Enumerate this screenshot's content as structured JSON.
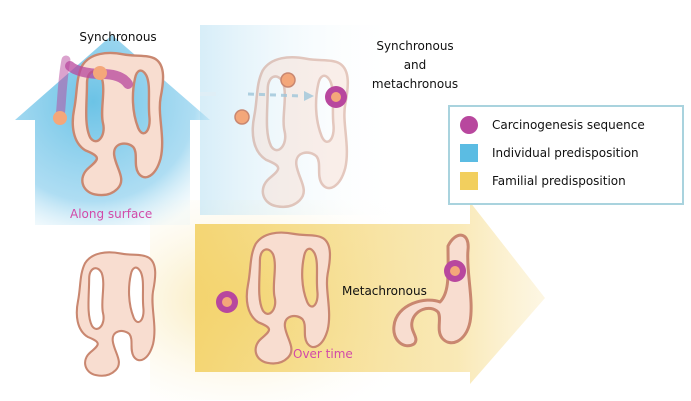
{
  "labels": {
    "synchronous": "Synchronous",
    "sync_meta_line1": "Synchronous",
    "sync_meta_line2": "and",
    "sync_meta_line3": "metachronous",
    "metachronous": "Metachronous",
    "along_surface": "Along surface",
    "over_time": "Over time"
  },
  "legend": {
    "items": [
      {
        "label": "Carcinogenesis sequence",
        "swatch": "circle",
        "color": "#b8479e"
      },
      {
        "label": "Individual predisposition",
        "swatch": "square",
        "color": "#5bbce3"
      },
      {
        "label": "Familial predisposition",
        "swatch": "square",
        "color": "#f2cf5e"
      }
    ]
  },
  "colors": {
    "colon_fill": "#f8ddd0",
    "colon_stroke": "#c98770",
    "tumor": "#b8479e",
    "lesion": "#f4a77a",
    "individual": "#5bbce3",
    "familial": "#f2cf5e",
    "highlight_text": "#d24aa8"
  }
}
